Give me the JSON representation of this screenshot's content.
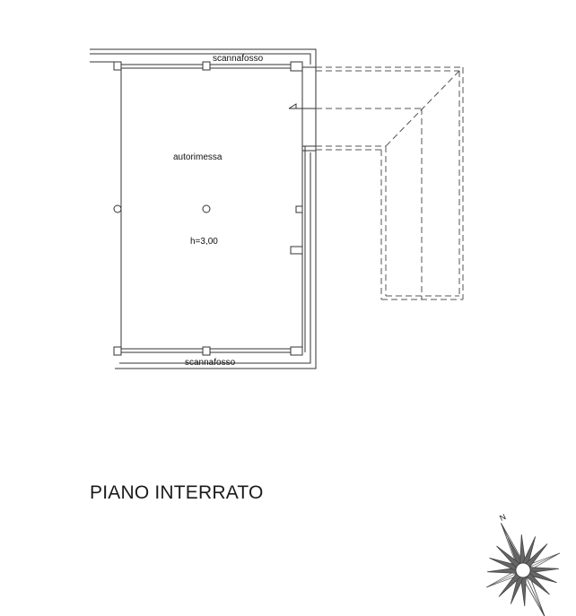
{
  "drawing": {
    "title": "PIANO INTERRATO",
    "rooms": [
      {
        "name": "autorimessa",
        "height_label": "h=3,00"
      }
    ],
    "annotations": {
      "top_trench": "scannafosso",
      "bottom_trench": "scannafosso"
    },
    "compass": {
      "north_label": "N",
      "rotation_deg": -25
    },
    "colors": {
      "line": "#333333",
      "dashed": "#555555",
      "background": "#ffffff"
    }
  }
}
